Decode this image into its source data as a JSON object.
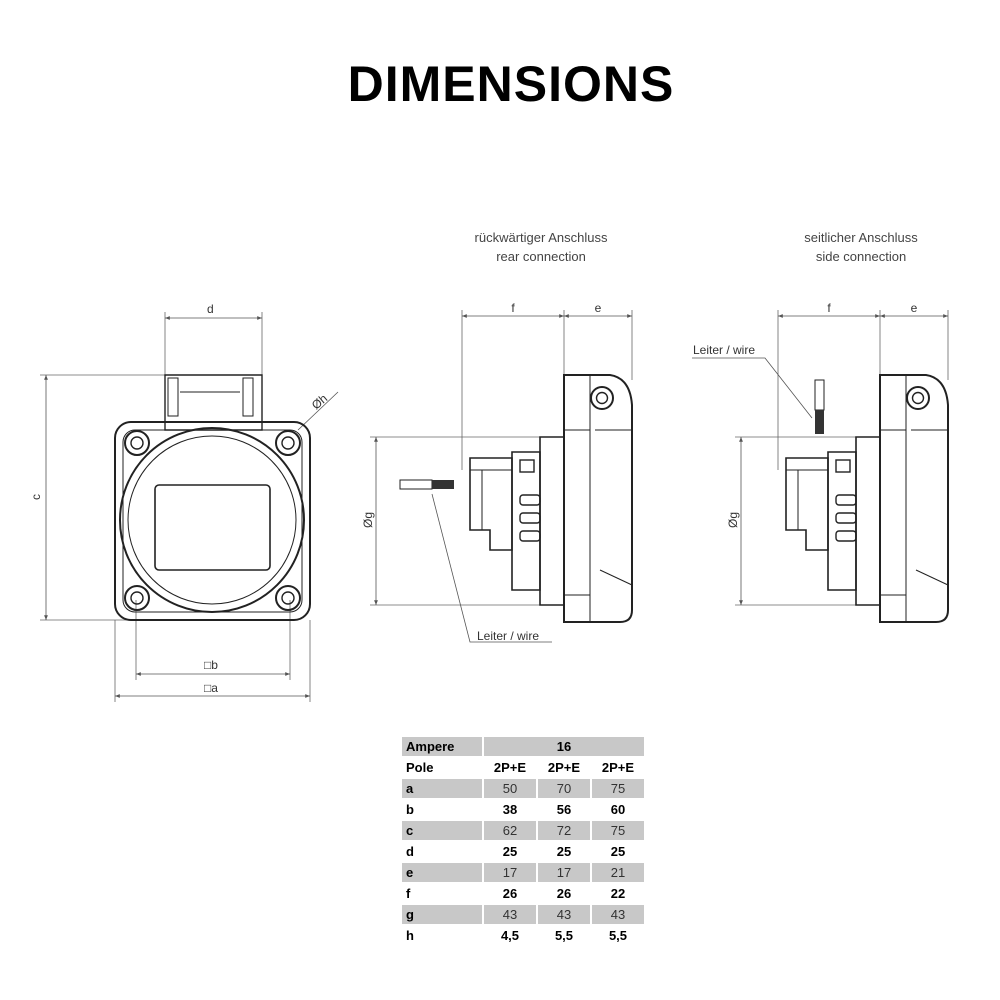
{
  "title": "DIMENSIONS",
  "views": {
    "front": {
      "d": "d",
      "c": "c",
      "h": "Øh",
      "b": "□b",
      "a": "□a"
    },
    "rear": {
      "caption_de": "rückwärtiger Anschluss",
      "caption_en": "rear connection",
      "f": "f",
      "e": "e",
      "g": "Øg",
      "wire": "Leiter / wire"
    },
    "side": {
      "caption_de": "seitlicher Anschluss",
      "caption_en": "side connection",
      "f": "f",
      "e": "e",
      "g": "Øg",
      "wire": "Leiter / wire"
    }
  },
  "table": {
    "rows": [
      {
        "key": "Ampere",
        "merged": "16",
        "style": "grey head"
      },
      {
        "key": "Pole",
        "values": [
          "2P+E",
          "2P+E",
          "2P+E"
        ],
        "style": "white head"
      },
      {
        "key": "a",
        "values": [
          "50",
          "70",
          "75"
        ],
        "style": "grey"
      },
      {
        "key": "b",
        "values": [
          "38",
          "56",
          "60"
        ],
        "style": "white"
      },
      {
        "key": "c",
        "values": [
          "62",
          "72",
          "75"
        ],
        "style": "grey"
      },
      {
        "key": "d",
        "values": [
          "25",
          "25",
          "25"
        ],
        "style": "white"
      },
      {
        "key": "e",
        "values": [
          "17",
          "17",
          "21"
        ],
        "style": "grey"
      },
      {
        "key": "f",
        "values": [
          "26",
          "26",
          "22"
        ],
        "style": "white"
      },
      {
        "key": "g",
        "values": [
          "43",
          "43",
          "43"
        ],
        "style": "grey"
      },
      {
        "key": "h",
        "values": [
          "4,5",
          "5,5",
          "5,5"
        ],
        "style": "white"
      }
    ]
  }
}
